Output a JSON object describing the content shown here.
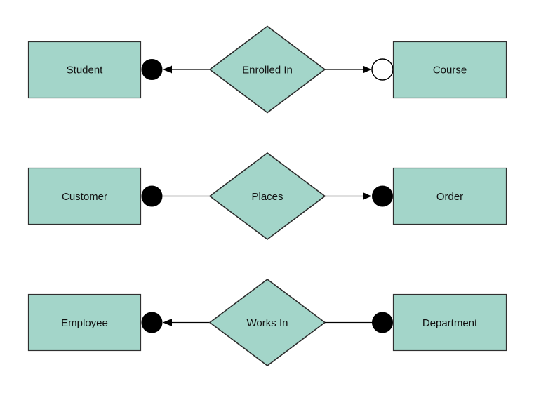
{
  "colors": {
    "shape_fill": "#a3d5c9",
    "shape_stroke": "#2b2b2b",
    "connector_color": "#000000",
    "marker_filled_color": "#000000",
    "marker_open_fill": "#ffffff",
    "background": "#ffffff",
    "text_color": "#111111"
  },
  "relationships": [
    {
      "left_entity": "Student",
      "relationship": "Enrolled In",
      "right_entity": "Course",
      "left_marker": "filled-circle",
      "left_arrow": "arrow-pointing-left",
      "right_marker": "open-circle",
      "right_arrow": "arrow-pointing-right"
    },
    {
      "left_entity": "Customer",
      "relationship": "Places",
      "right_entity": "Order",
      "left_marker": "filled-circle",
      "left_arrow": "none",
      "right_marker": "filled-circle",
      "right_arrow": "arrow-pointing-right"
    },
    {
      "left_entity": "Employee",
      "relationship": "Works In",
      "right_entity": "Department",
      "left_marker": "filled-circle",
      "left_arrow": "arrow-pointing-left",
      "right_marker": "filled-circle",
      "right_arrow": "none"
    }
  ]
}
